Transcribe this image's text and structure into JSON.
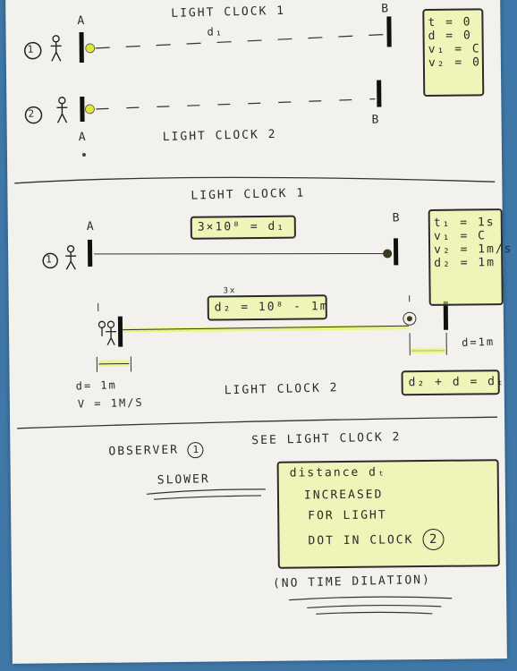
{
  "section1": {
    "title": "LIGHT CLOCK 1",
    "label_A": "A",
    "label_B": "B",
    "d1_label": "d₁",
    "observer1": "1",
    "observer2": "2",
    "title2": "LIGHT CLOCK 2",
    "label_A2": "A",
    "label_B2": "B",
    "variables": [
      "t = 0",
      "d = 0",
      "v₁ = C",
      "v₂ = 0"
    ]
  },
  "section2": {
    "title": "LIGHT CLOCK 1",
    "label_A": "A",
    "label_B": "B",
    "observer": "1",
    "formula1": "3×10⁸ = d₁",
    "variables": [
      "t₁ = 1s",
      "v₁ = C",
      "v₂ = 1m/s",
      "d₂ = 1m"
    ],
    "formula2": "d₂ = 10⁸ - 1m",
    "formula2_exp": "3x",
    "d_right": "d=1m",
    "d_left": "d= 1m",
    "v_left": "V = 1M/S",
    "title2": "LIGHT CLOCK 2",
    "formula3": "d₂ + d = dₜ"
  },
  "conclusion": {
    "observer_text": "OBSERVER",
    "observer_num": "1",
    "see_text": "SEE  LIGHT CLOCK 2",
    "slower": "SLOWER",
    "box_lines": [
      "distance dₜ",
      "INCREASED",
      "FOR  LIGHT",
      "DOT IN CLOCK"
    ],
    "box_num": "2",
    "footer": "(NO TIME DILATION)"
  },
  "colors": {
    "ink": "#2a2a2a",
    "highlight": "#e9f56e",
    "background": "#3f78a8",
    "paper": "#f2f1ee"
  }
}
